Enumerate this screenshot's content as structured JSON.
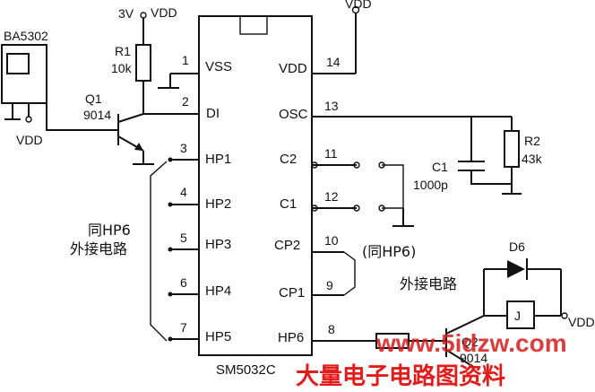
{
  "ic": {
    "name": "SM5032C",
    "left_pins": [
      {
        "num": "1",
        "label": "VSS"
      },
      {
        "num": "2",
        "label": "DI"
      },
      {
        "num": "3",
        "label": "HP1"
      },
      {
        "num": "4",
        "label": "HP2"
      },
      {
        "num": "5",
        "label": "HP3"
      },
      {
        "num": "6",
        "label": "HP4"
      },
      {
        "num": "7",
        "label": "HP5"
      }
    ],
    "right_pins": [
      {
        "num": "14",
        "label": "VDD"
      },
      {
        "num": "13",
        "label": "OSC"
      },
      {
        "num": "11",
        "label": "C2"
      },
      {
        "num": "12",
        "label": "C1"
      },
      {
        "num": "10",
        "label": "CP2"
      },
      {
        "num": "9",
        "label": "CP1"
      },
      {
        "num": "8",
        "label": "HP6"
      }
    ]
  },
  "components": {
    "receiver": "BA5302",
    "r1_name": "R1",
    "r1_value": "10k",
    "q1_name": "Q1",
    "q1_part": "9014",
    "r2_name": "R2",
    "r2_value": "43k",
    "c1_name": "C1",
    "c1_value": "1000p",
    "d6_name": "D6",
    "relay": "J",
    "q2_name": "Q2",
    "q2_part": "9014"
  },
  "labels": {
    "supply_3v": "3V",
    "vdd": "VDD",
    "same_hp6": "同HP6",
    "external_circuit": "外接电路",
    "same_hp6_paren": "(同HP6)"
  },
  "watermark": {
    "site": "www.5idzw.com",
    "cn": "大量电子电路图资料"
  }
}
